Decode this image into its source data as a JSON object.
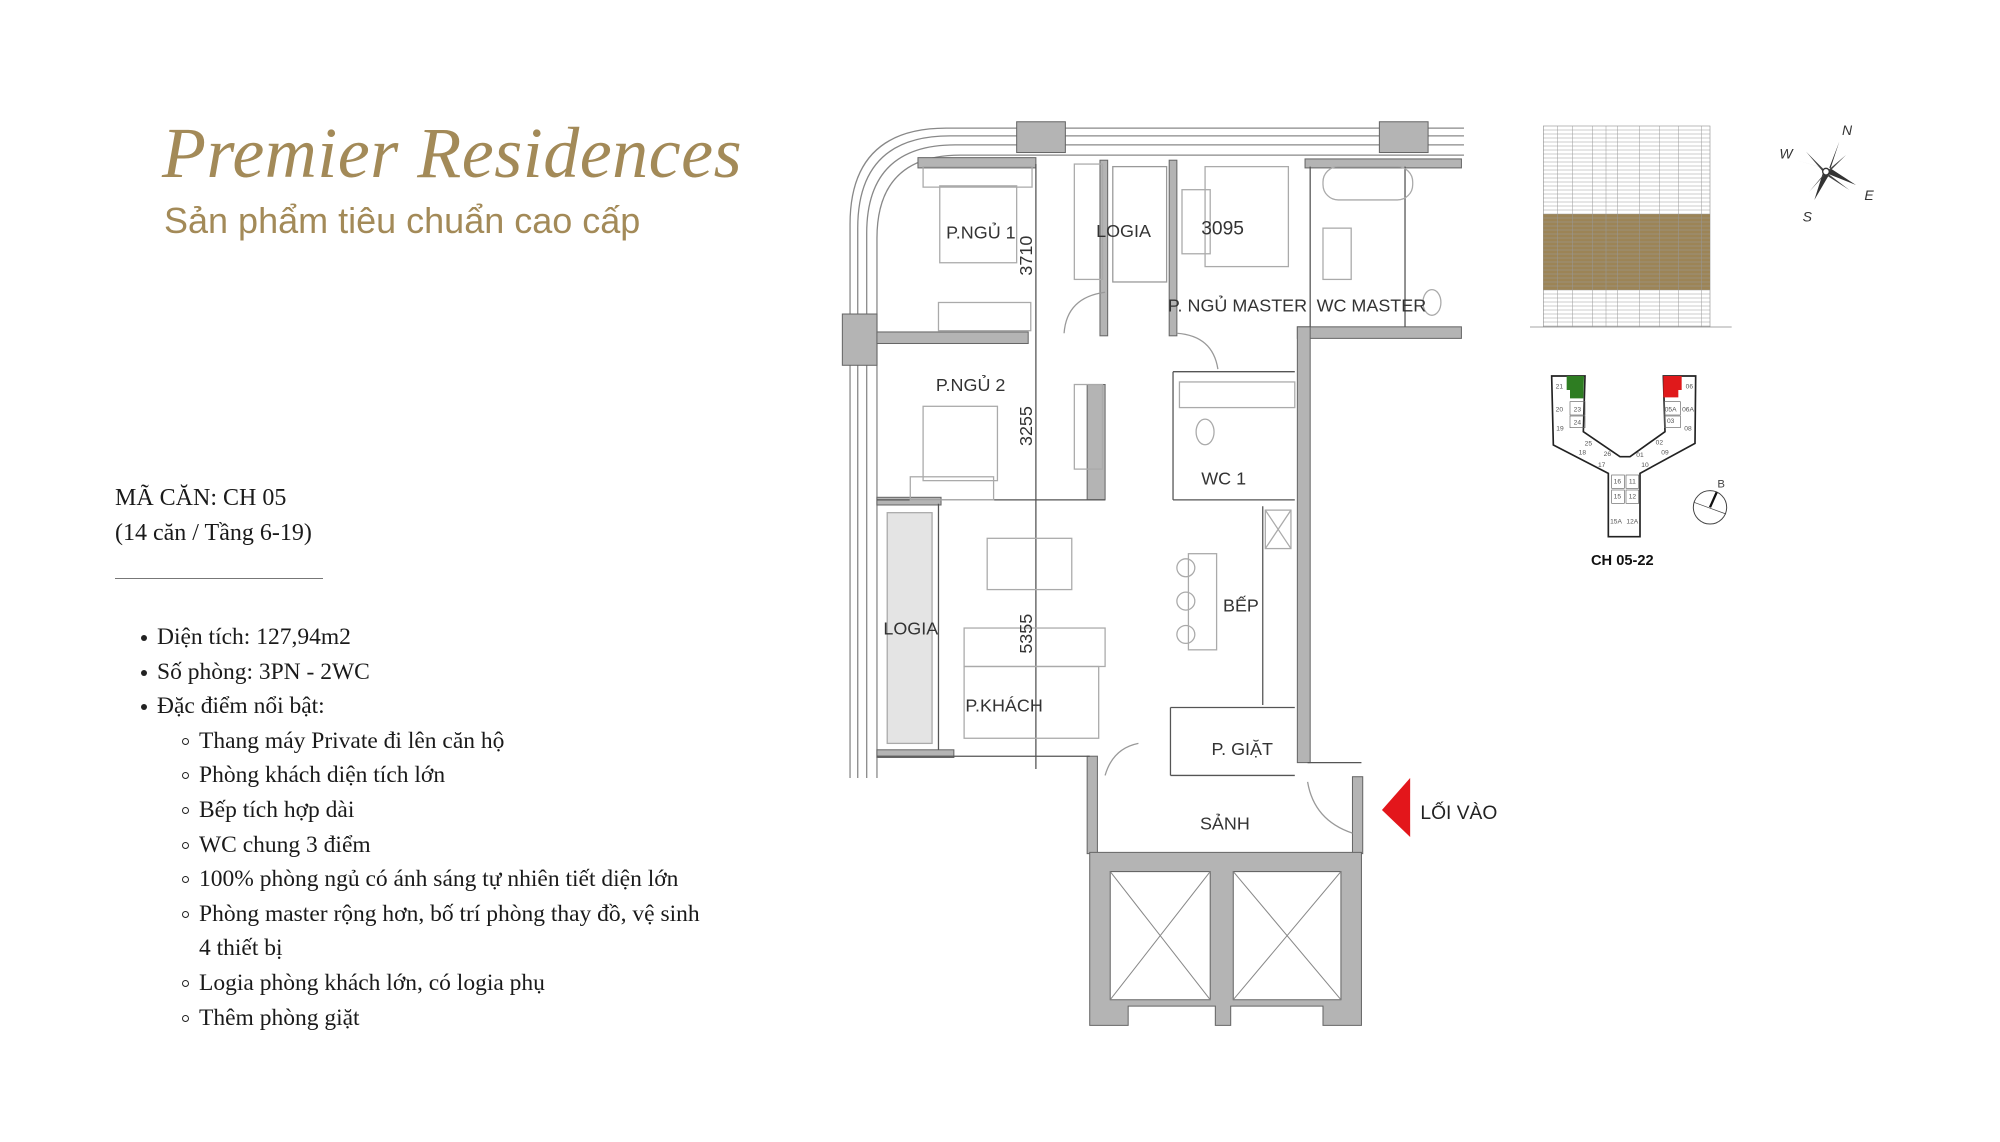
{
  "header": {
    "title": "Premier Residences",
    "subtitle": "Sản phẩm tiêu chuẩn cao cấp"
  },
  "unit": {
    "code_line": "MÃ CĂN: CH 05",
    "count_line": "(14 căn / Tầng 6-19)"
  },
  "features": {
    "items": [
      "Diện tích: 127,94m2",
      "Số phòng: 3PN - 2WC",
      "Đặc điểm nổi bật:"
    ],
    "highlights": [
      "Thang máy Private đi lên căn hộ",
      "Phòng khách diện tích lớn",
      "Bếp tích hợp dài",
      "WC chung 3 điểm",
      "100% phòng ngủ có ánh sáng tự nhiên tiết diện lớn",
      "Phòng master rộng hơn, bố trí phòng thay đồ, vệ sinh",
      "4 thiết bị",
      "Logia phòng khách lớn, có logia phụ",
      "Thêm phòng giặt"
    ]
  },
  "floor_plan": {
    "rooms": {
      "bedroom1": "P.NGỦ 1",
      "dim1": "3710",
      "logia_top": "LOGIA",
      "dim_master": "3095",
      "master": "P. NGỦ MASTER",
      "wc_master": "WC MASTER",
      "bedroom2": "P.NGỦ 2",
      "dim2": "3255",
      "wc1": "WC 1",
      "kitchen": "BẾP",
      "logia_left": "LOGIA",
      "dim3": "5355",
      "living": "P.KHÁCH",
      "laundry": "P. GIẶT",
      "lobby": "SẢNH"
    },
    "entrance_label": "LỐI VÀO",
    "entrance_color": "#e3161b"
  },
  "compass": {
    "n": "N",
    "w": "W",
    "e": "E",
    "s": "S"
  },
  "key_plan": {
    "label": "CH 05-22",
    "orientation_label": "B",
    "highlight_green": "#2e7d22",
    "highlight_red": "#e0191b",
    "unit_numbers": [
      "21",
      "20",
      "23",
      "24",
      "19",
      "25",
      "18",
      "26",
      "17",
      "16",
      "11",
      "15",
      "12",
      "15A",
      "12A",
      "01",
      "02",
      "10",
      "09",
      "05A",
      "06A",
      "03",
      "08",
      "06"
    ]
  },
  "elevation": {
    "highlight_color": "#9c8456"
  },
  "colors": {
    "accent_gold": "#a38a58",
    "wall_gray": "#b4b4b4"
  }
}
